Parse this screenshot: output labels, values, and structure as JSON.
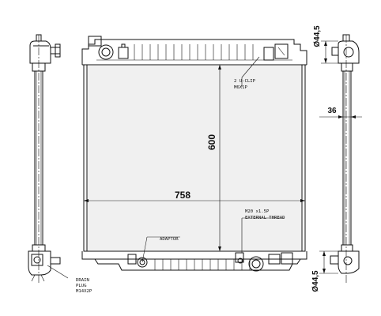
{
  "dimensions": {
    "width": "758",
    "height": "600",
    "tank_depth_top": "Ø44,5",
    "tank_depth_bottom": "Ø44,5",
    "core_thickness": "36"
  },
  "notes": {
    "u_clip": [
      "2 U-CLIP",
      "M6X1P"
    ],
    "fitting": [
      "M20 x1.5P",
      "EXTERNAL THREAD"
    ],
    "adaptor": [
      "ADAPTOR"
    ],
    "drain": [
      "DRAIN",
      "PLUG",
      "M14X2P"
    ]
  }
}
